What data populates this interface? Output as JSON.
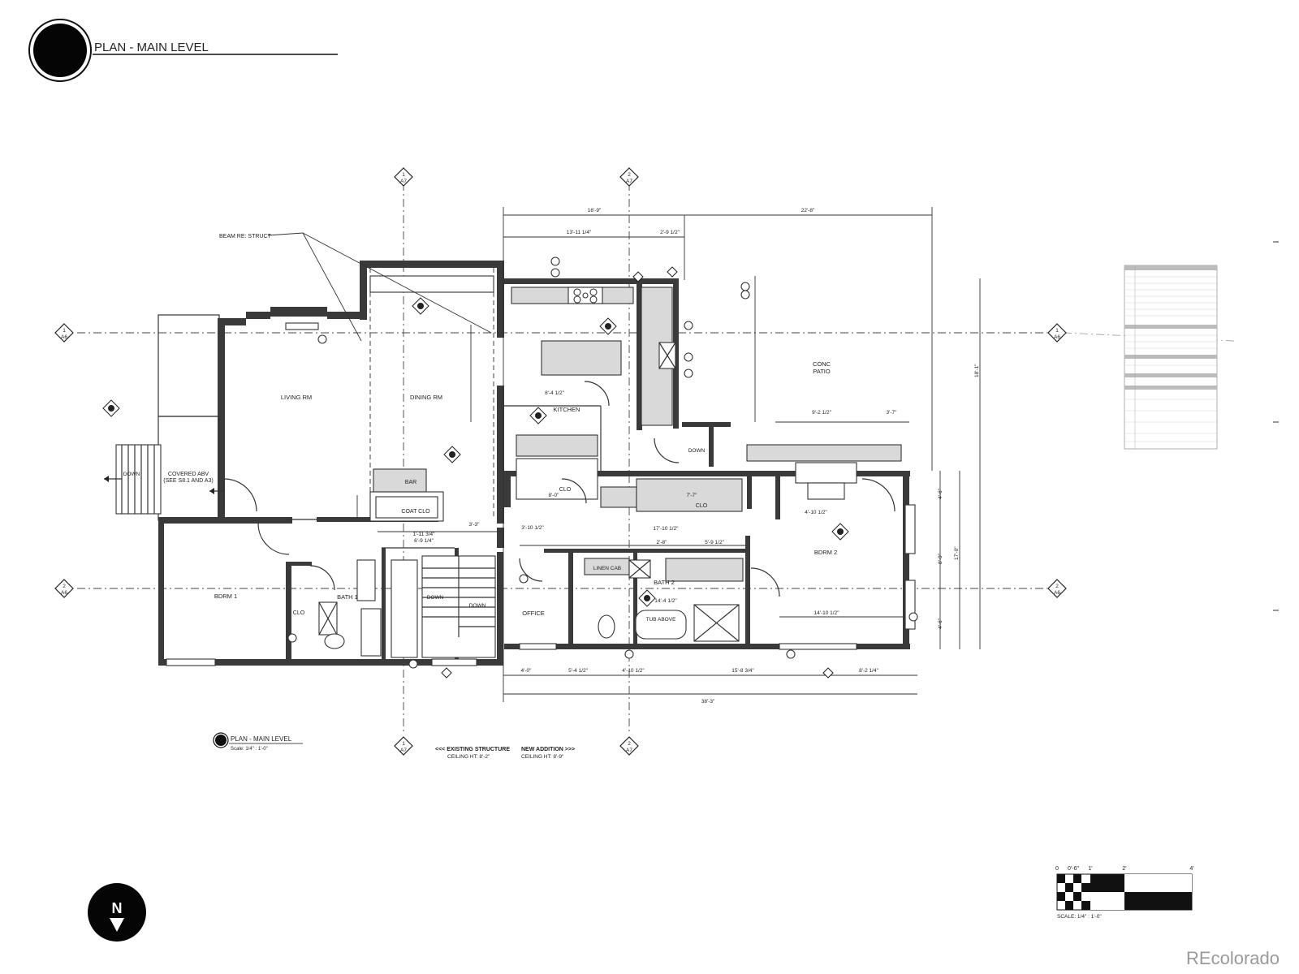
{
  "header": {
    "title": "PLAN - MAIN LEVEL"
  },
  "rooms": {
    "living": "LIVING RM",
    "dining": "DINING RM",
    "kitchen": "KITCHEN",
    "patio_1": "CONC",
    "patio_2": "PATIO",
    "covered_1": "COVERED ABV",
    "covered_2": "(SEE S8.1 AND A3)",
    "bar": "BAR",
    "coat_clo": "COAT CLO",
    "clo_1": "CLO",
    "clo_2": "CLO",
    "clo_3": "CLO",
    "bdrm_1": "BDRM 1",
    "bath_1": "BATH 1",
    "bath_2": "BATH 2",
    "office": "OFFICE",
    "bdrm_2": "BDRM 2",
    "linen_cab": "LINEN CAB"
  },
  "annotations": {
    "beam": "BEAM RE: STRUCT",
    "down_1": "DOWN",
    "down_2": "DOWN",
    "down_3": "DOWN",
    "down_4": "DOWN",
    "tub": "TUB ABOVE"
  },
  "grid_markers": [
    {
      "num": "1",
      "sheet": "A7"
    },
    {
      "num": "2",
      "sheet": "A7"
    },
    {
      "num": "1",
      "sheet": "A7"
    },
    {
      "num": "2",
      "sheet": "A7"
    },
    {
      "num": "1",
      "sheet": "A6"
    },
    {
      "num": "1",
      "sheet": "A6"
    },
    {
      "num": "2",
      "sheet": "A6"
    },
    {
      "num": "2",
      "sheet": "A6"
    }
  ],
  "dimensions": {
    "top_1": "16'-9\"",
    "top_2": "22'-8\"",
    "top_3": "13'-11 1/4\"",
    "top_4": "2'-9 1/2\"",
    "bottom_1": "4'-0\"",
    "bottom_2": "5'-4 1/2\"",
    "bottom_3": "4'-10 1/2\"",
    "bottom_4": "15'-8 3/4\"",
    "bottom_5": "8'-2 1/4\"",
    "bottom_total": "38'-3\"",
    "right_1": "18'-1\"",
    "right_2": "17'-0\"",
    "right_3": "4'-6\"",
    "right_4": "8'-0\"",
    "right_5": "4'-6\"",
    "int_1": "8'-4 1/2\"",
    "int_2": "17'-10 1/2\"",
    "int_3": "9'-2 1/2\"",
    "int_4": "3'-7\"",
    "int_5": "14'-10 1/2\"",
    "int_6": "4'-10 1/2\"",
    "int_7": "7'-7\"",
    "int_8": "8'-0\"",
    "int_9": "2'-8\"",
    "int_10": "5'-9 1/2\"",
    "int_11": "14'-4 1/2\"",
    "int_12": "3'-10 1/2\"",
    "int_13": "6'-9 1/4\"",
    "int_14": "1'-11 3/4\"",
    "int_15": "3'-3\""
  },
  "footer": {
    "plan_title": "PLAN - MAIN LEVEL",
    "plan_scale": "Scale: 1/4\" : 1'-0\"",
    "existing_title": "<<< EXISTING STRUCTURE",
    "existing_ceiling": "CEILING HT: 8'-2\"",
    "addition_title": "NEW ADDITION >>>",
    "addition_ceiling": "CEILING HT: 8'-9\""
  },
  "scale_bar": {
    "labels": [
      "0",
      "0'-6\"",
      "1'",
      "2'",
      "4'"
    ],
    "caption": "SCALE: 1/4\" : 1'-0\""
  },
  "north": {
    "letter": "N"
  },
  "watermark": "REcolorado"
}
